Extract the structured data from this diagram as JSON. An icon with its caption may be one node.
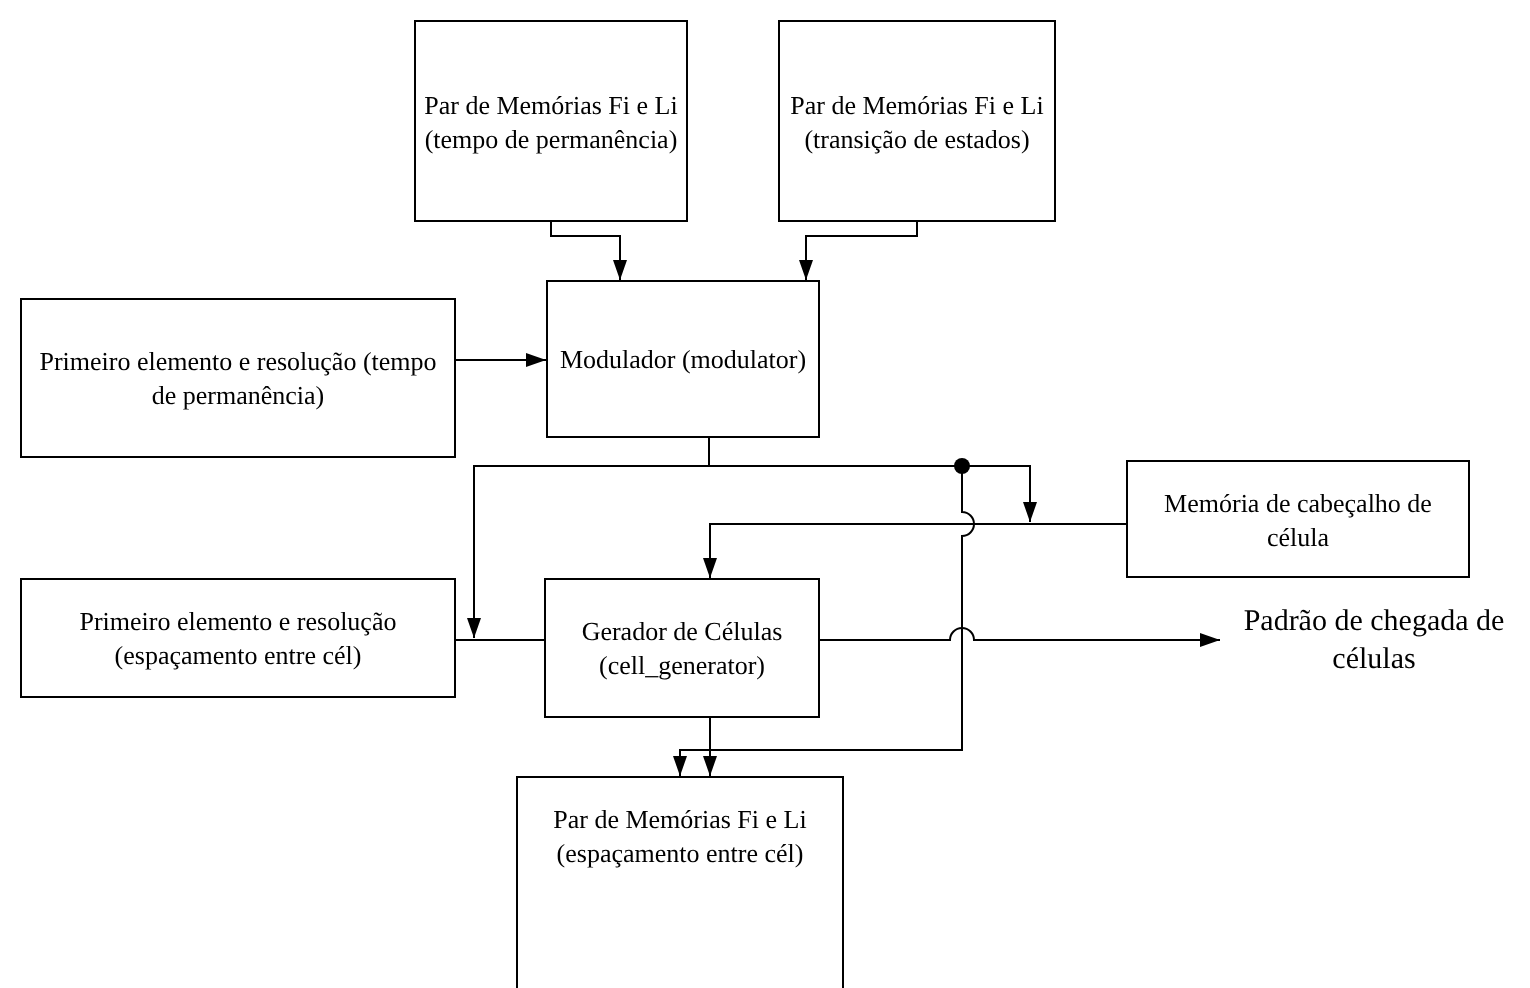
{
  "diagram": {
    "nodes": [
      {
        "text": [
          "Par de Memórias Fi e Li (tempo de permanência)"
        ]
      },
      {
        "text": [
          "Par de Memórias Fi e Li (transição de estados)"
        ]
      },
      {
        "text": [
          "Primeiro elemento e resolução (tempo de permanência)"
        ]
      },
      {
        "text": [
          "Modulador (modulator)"
        ]
      },
      {
        "text": [
          "Memória de cabeçalho de célula"
        ]
      },
      {
        "text": [
          "Primeiro elemento e resolução (espaçamento entre cél)"
        ]
      },
      {
        "text": [
          "Gerador de Células (cell_generator)"
        ]
      },
      {
        "text": [
          "Padrão de chegada de células"
        ]
      },
      {
        "text": [
          "Par de Memórias Fi e Li (espaçamento entre cél)"
        ]
      }
    ],
    "edges": [
      {
        "from": 0,
        "to": 3,
        "arrow": "to"
      },
      {
        "from": 1,
        "to": 3,
        "arrow": "to"
      },
      {
        "from": 2,
        "to": 3,
        "arrow": "to"
      },
      {
        "from": 3,
        "to": 5,
        "arrow": "to"
      },
      {
        "from": 3,
        "to": null,
        "arrow": "to"
      },
      {
        "from": 3,
        "to": 8,
        "arrow": "to"
      },
      {
        "from": 4,
        "to": 6,
        "arrow": "to"
      },
      {
        "from": 5,
        "to": 6,
        "arrow": "none"
      },
      {
        "from": 6,
        "to": 7,
        "arrow": "to"
      },
      {
        "from": 6,
        "to": 8,
        "arrow": "to"
      }
    ]
  }
}
